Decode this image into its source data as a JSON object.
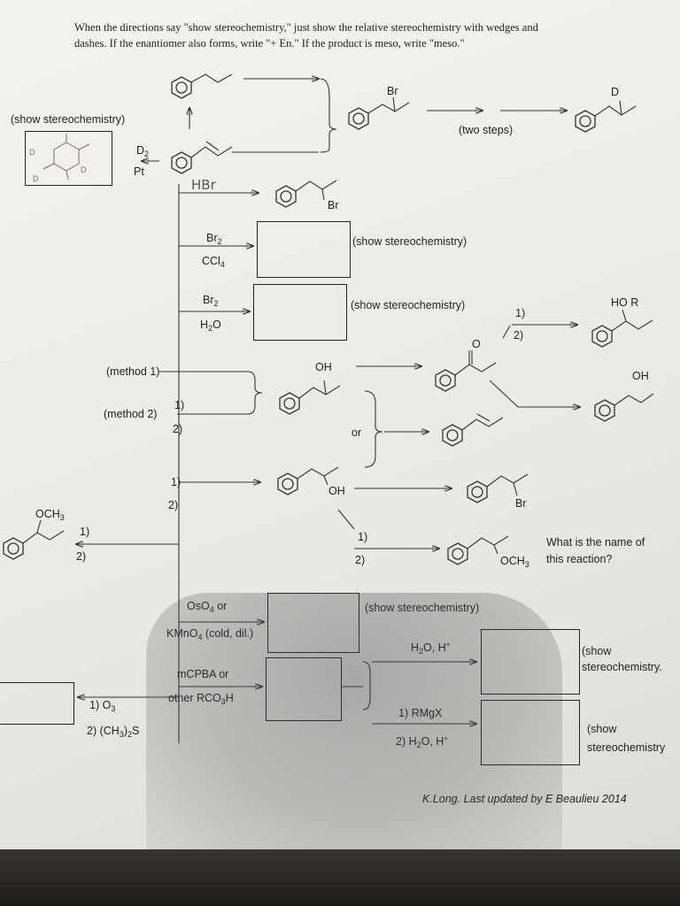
{
  "header": {
    "line1": "When the directions say \"show stereochemistry,\" just show the relative stereochemistry with wedges and",
    "line2": "dashes.  If the enantiomer also forms, write \"+ En.\"  If the product is meso, write \"meso.\""
  },
  "labels": {
    "show_stereo_paren": "(show stereochemistry)",
    "two_steps": "(two steps)",
    "br": "Br",
    "d": "D",
    "oh": "OH",
    "o": "O",
    "or": "or",
    "ho_r": "HO  R",
    "method1": "(method 1)",
    "method2": "(method 2)",
    "och3": {
      "base": "OCH",
      "sub": "3"
    },
    "question1": "What is the name of",
    "question2": "this reaction?",
    "show_open": "(show",
    "stereo_dot": "stereochemistry.",
    "stereo": "stereochemistry"
  },
  "reagents": {
    "d2": {
      "base": "D",
      "sub": "2"
    },
    "pt": "Pt",
    "hbr": "HBr",
    "br2": {
      "base": "Br",
      "sub": "2"
    },
    "ccl4": {
      "base": "CCl",
      "sub": "4"
    },
    "h2o": {
      "pre": "H",
      "sub": "2",
      "post": "O"
    },
    "oso4": {
      "base": "OsO",
      "sub": "4",
      "post": " or"
    },
    "kmno4": {
      "base": "KMnO",
      "sub": "4",
      "post": " (cold, dil.)"
    },
    "mcpba": "mCPBA or",
    "rco3h": {
      "base": "other RCO",
      "sub": "3",
      "post": "H"
    },
    "h2o_h": {
      "pre": "H",
      "sub": "2",
      "post": "O, H",
      "sup": "+"
    }
  },
  "steps": {
    "s1": "1)",
    "s2": "2)",
    "rmgx": "1) RMgX",
    "h2o_h": {
      "pre": "2) H",
      "sub": "2",
      "post": "O, H",
      "sup": "+"
    },
    "o3": {
      "base": "1) O",
      "sub": "3"
    },
    "me2s": {
      "pre": "2) (CH",
      "sub1": "3",
      "mid": ")",
      "sub2": "2",
      "post": "S"
    }
  },
  "footer": {
    "credit": "K.Long.  Last updated by E Beaulieu 2014"
  }
}
